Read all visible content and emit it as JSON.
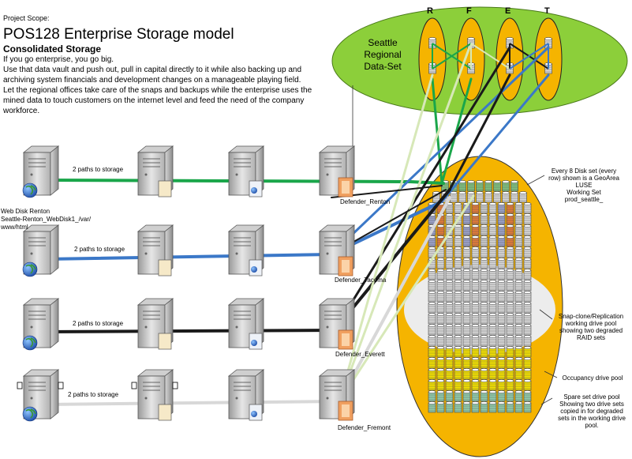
{
  "header": {
    "scope": "Project Scope:",
    "title": "POS128 Enterprise Storage model",
    "subtitle": "Consolidated Storage",
    "lines": [
      "If you go enterprise, you go big.",
      "Use that data vault and push out, pull in capital directly to it while also backing up and",
      "archiving system financials and development changes on a manageable playing field.",
      "Let the regional offices take care of the snaps and backups while the enterprise uses the",
      "mined data to touch customers on the internet level and feed the need of the company",
      "workforce."
    ]
  },
  "regional": {
    "label_lines": [
      "Seattle",
      "Regional",
      "Data-Set"
    ],
    "columns": [
      "R",
      "F",
      "E",
      "T"
    ]
  },
  "rows": [
    {
      "paths": "2 paths to storage",
      "defender": "Defender_Renton",
      "line_color": "#1aa64a"
    },
    {
      "paths": "2 paths to storage",
      "defender": "Defender_Tacoma",
      "line_color": "#3b78c8"
    },
    {
      "paths": "2 paths to storage",
      "defender": "Defender_Everett",
      "line_color": "#1a1a1a"
    },
    {
      "paths": "2 paths to storage",
      "defender": "Defender_Fremont",
      "line_color": "#d8d8d8"
    }
  ],
  "web_disk": [
    "Web Disk Renton",
    "Seattle-Renton_WebDisk1_/var/",
    "www/html"
  ],
  "annotations": {
    "geo": [
      "Every 8 Disk set (every",
      "row) shown is a GeoArea",
      "LUSE",
      "Working Set",
      "prod_seattle_"
    ],
    "snap": [
      "Snap-clone/Replication",
      "working drive pool",
      "showing two degraded",
      "RAID sets"
    ],
    "occupancy": [
      "Occupancy drive pool"
    ],
    "spare": [
      "Spare set drive pool",
      "Showing two drive sets",
      "copied in for degraded",
      "sets in the working drive",
      "pool."
    ]
  },
  "colors": {
    "green_ellipse": "#8ccf3a",
    "orange": "#f5b400",
    "gray_pool": "#ececec",
    "degraded": "#d01010",
    "occupancy": "#f2e000"
  }
}
